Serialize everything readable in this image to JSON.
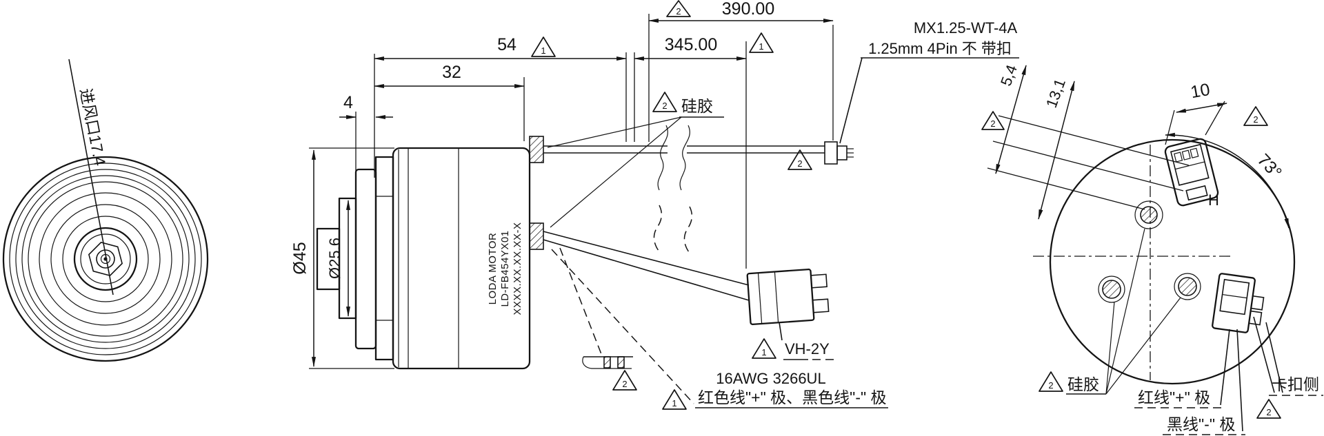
{
  "drawing": {
    "front_view": {
      "air_inlet_label": "进风口17.4"
    },
    "side_view": {
      "dim_4": "4",
      "dim_32": "32",
      "dim_54": "54",
      "dim_345": "345.00",
      "dim_390": "390.00",
      "dia_45": "Ø45",
      "dia_25_6": "Ø25.6",
      "silicone_label": "硅胶",
      "motor_label_line1": "LODA MOTOR",
      "motor_label_line2": "LD-FB454YX01",
      "motor_label_line3": "XXXX.XX.XX.XX-X",
      "connector_spec_line1": "MX1.25-WT-4A",
      "connector_spec_line2": "1.25mm 4Pin 不  带扣",
      "connector_label": "VH-2Y",
      "wire_gauge_label": "16AWG 3266UL",
      "wire_polarity_label": "红色线\"+\"  极、黑色线\"-\"  极"
    },
    "rear_view": {
      "dim_5_4": "5,4",
      "dim_13_1": "13,1",
      "dim_10": "10",
      "angle_73": "73°",
      "connector_h_label": "H",
      "silicone_label": "硅胶",
      "red_wire_label": "红线\"+\"  极",
      "black_wire_label": "黑线\"-\"  极",
      "latch_side_label": "卡扣侧"
    },
    "markers": {
      "triangle_1": "1",
      "triangle_2": "2"
    }
  }
}
